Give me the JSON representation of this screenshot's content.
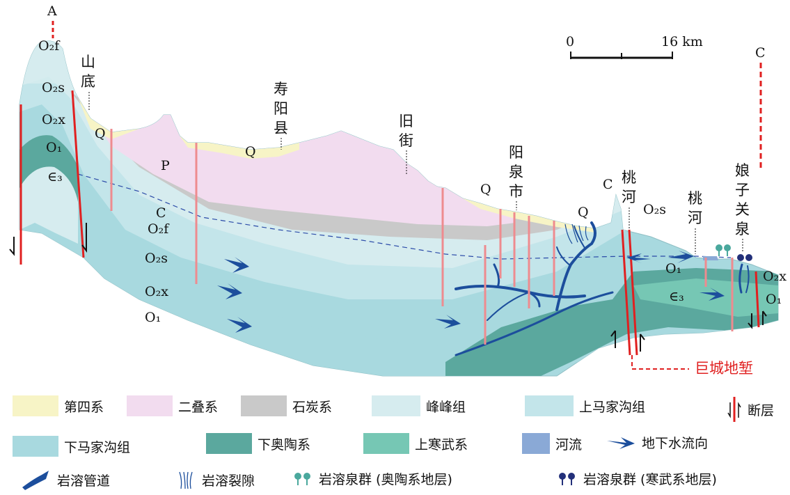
{
  "profile": {
    "endpoint_left": "A",
    "endpoint_right": "C",
    "scale_start": "0",
    "scale_end": "16 km"
  },
  "places": {
    "shandi": [
      "山",
      "底"
    ],
    "shouyang": [
      "寿",
      "阳",
      "县"
    ],
    "jiujie": [
      "旧",
      "街"
    ],
    "yangquan": [
      "阳",
      "泉",
      "市"
    ],
    "taohe_1": [
      "桃",
      "河"
    ],
    "taohe_2": [
      "桃",
      "河"
    ],
    "niangziguan": [
      "娘",
      "子",
      "关",
      "泉"
    ]
  },
  "strata_labels": {
    "o2f_top": "O₂f",
    "o2s_top": "O₂s",
    "o2x_top": "O₂x",
    "o1_top": "O₁",
    "e3_top": "∈₃",
    "q1": "Q",
    "q2": "Q",
    "q3": "Q",
    "q4": "Q",
    "p": "P",
    "c_mid": "C",
    "o2f_mid": "O₂f",
    "o2s_mid": "O₂s",
    "o2x_mid": "O₂x",
    "o1_mid": "O₁",
    "c_right": "C",
    "o2s_right": "O₂s",
    "o1_right": "O₁",
    "e3_right": "∈₃",
    "o2x_far": "O₂x",
    "o1_far": "O₁"
  },
  "graben_label": "巨城地堑",
  "colors": {
    "quaternary": "#f7f4c6",
    "permian": "#f2dcef",
    "carboniferous": "#c9c9c9",
    "fengfeng": "#d6ecef",
    "upper_majiagou": "#c3e5ea",
    "lower_majiagou": "#a8d9df",
    "lower_ordovician": "#5ba89e",
    "upper_cambrian": "#76c7b4",
    "river": "#8aa9d6",
    "karst": "#1c4e9c",
    "fault": "#e02020",
    "well": "#ee8b8f",
    "ordovician_spring": "#4aa89d",
    "cambrian_spring": "#23307a"
  },
  "legend": {
    "quaternary": "第四系",
    "permian": "二叠系",
    "carboniferous": "石炭系",
    "fengfeng": "峰峰组",
    "upper_majiagou": "上马家沟组",
    "fault": "断层",
    "lower_majiagou": "下马家沟组",
    "lower_ordovician": "下奥陶系",
    "upper_cambrian": "上寒武系",
    "river": "河流",
    "flow": "地下水流向",
    "karst_conduit": "岩溶管道",
    "karst_fissure": "岩溶裂隙",
    "ordovician_springs": "岩溶泉群 (奥陶系地层)",
    "cambrian_springs": "岩溶泉群 (寒武系地层)"
  }
}
